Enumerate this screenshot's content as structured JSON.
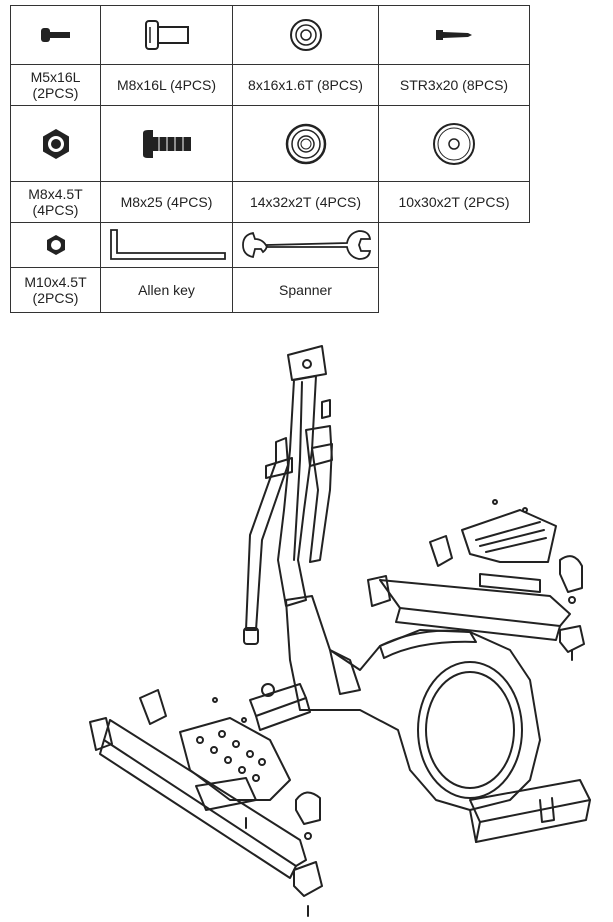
{
  "parts": [
    {
      "label": "M5x16L (2PCS)",
      "icon": "small-bolt-icon"
    },
    {
      "label": "M8x16L (4PCS)",
      "icon": "bolt-icon"
    },
    {
      "label": "8x16x1.6T (8PCS)",
      "icon": "washer-icon"
    },
    {
      "label": "STR3x20 (8PCS)",
      "icon": "screw-icon"
    },
    {
      "label": "M8x4.5T (4PCS)",
      "icon": "nut-icon"
    },
    {
      "label": "M8x25 (4PCS)",
      "icon": "long-bolt-icon"
    },
    {
      "label": "14x32x2T (4PCS)",
      "icon": "large-washer-icon"
    },
    {
      "label": "10x30x2T (2PCS)",
      "icon": "flat-washer-icon"
    },
    {
      "label": "M10x4.5T (2PCS)",
      "icon": "hex-nut-icon"
    },
    {
      "label": "Allen key",
      "icon": "allen-key-icon"
    },
    {
      "label": "Spanner",
      "icon": "spanner-icon"
    }
  ],
  "assembly": {
    "icon": "elliptical-trainer-exploded-view"
  }
}
